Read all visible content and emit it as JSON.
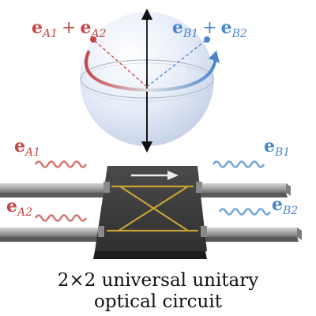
{
  "colors": {
    "red": "#c94545",
    "blue": "#4a86cc",
    "sphere": "#dfe7f5",
    "chip": "#3a3a3a",
    "waveguide": "#9a9a9a",
    "crossing": "#c8a237"
  },
  "sphere": {
    "state_A": {
      "vec1": "e",
      "sub1": "A1",
      "op": "+",
      "vec2": "e",
      "sub2": "A2"
    },
    "state_B": {
      "vec1": "e",
      "sub1": "B1",
      "op": "+",
      "vec2": "e",
      "sub2": "B2"
    }
  },
  "ports": {
    "in_top": {
      "vec": "e",
      "sub": "A1"
    },
    "in_bot": {
      "vec": "e",
      "sub": "A2"
    },
    "out_top": {
      "vec": "e",
      "sub": "B1"
    },
    "out_bot": {
      "vec": "e",
      "sub": "B2"
    }
  },
  "caption": {
    "line1": "2×2 universal unitary",
    "line2": "optical circuit"
  }
}
